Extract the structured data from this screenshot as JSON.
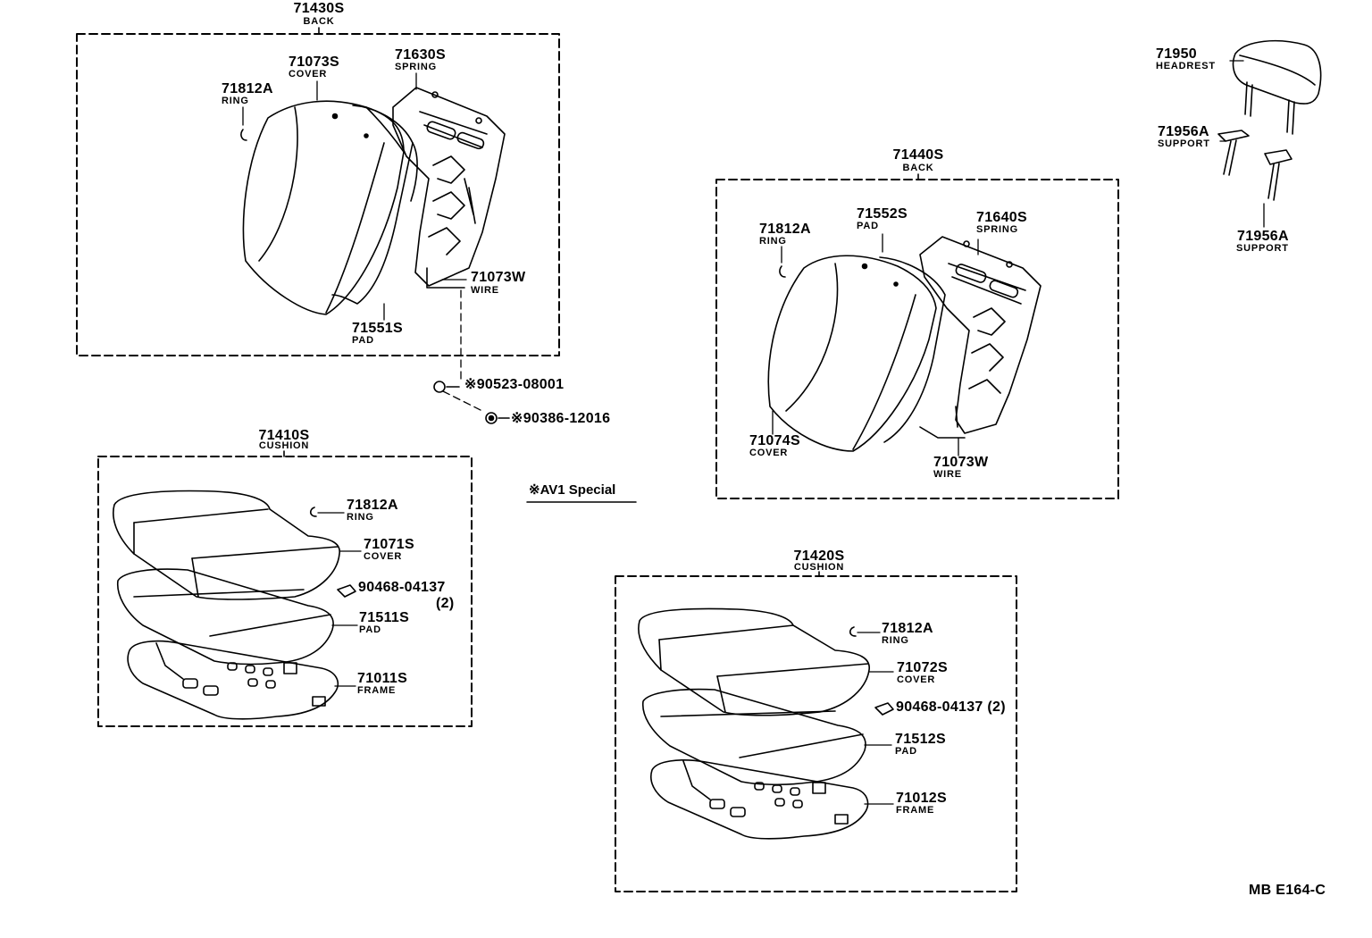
{
  "groups": {
    "back_front": {
      "part_no": "71430S",
      "name": "BACK"
    },
    "back_rear": {
      "part_no": "71440S",
      "name": "BACK"
    },
    "cushion_front": {
      "part_no": "71410S",
      "name": "CUSHION"
    },
    "cushion_rear": {
      "part_no": "71420S",
      "name": "CUSHION"
    }
  },
  "parts": {
    "p71073S": {
      "part_no": "71073S",
      "name": "COVER"
    },
    "p71630S": {
      "part_no": "71630S",
      "name": "SPRING"
    },
    "p71812A_1": {
      "part_no": "71812A",
      "name": "RING"
    },
    "p71073W_1": {
      "part_no": "71073W",
      "name": "WIRE"
    },
    "p71551S": {
      "part_no": "71551S",
      "name": "PAD"
    },
    "p90523": {
      "part_no": "90523-08001",
      "marker": "※"
    },
    "p90386": {
      "part_no": "90386-12016",
      "marker": "※"
    },
    "p71950": {
      "part_no": "71950",
      "name": "HEADREST"
    },
    "p71956A_1": {
      "part_no": "71956A",
      "name": "SUPPORT"
    },
    "p71956A_2": {
      "part_no": "71956A",
      "name": "SUPPORT"
    },
    "p71812A_2": {
      "part_no": "71812A",
      "name": "RING"
    },
    "p71552S": {
      "part_no": "71552S",
      "name": "PAD"
    },
    "p71640S": {
      "part_no": "71640S",
      "name": "SPRING"
    },
    "p71074S": {
      "part_no": "71074S",
      "name": "COVER"
    },
    "p71073W_2": {
      "part_no": "71073W",
      "name": "WIRE"
    },
    "p71812A_3": {
      "part_no": "71812A",
      "name": "RING"
    },
    "p71071S": {
      "part_no": "71071S",
      "name": "COVER"
    },
    "p90468_1": {
      "part_no": "90468-04137",
      "qty": "(2)"
    },
    "p71511S": {
      "part_no": "71511S",
      "name": "PAD"
    },
    "p71011S": {
      "part_no": "71011S",
      "name": "FRAME"
    },
    "p71812A_4": {
      "part_no": "71812A",
      "name": "RING"
    },
    "p71072S": {
      "part_no": "71072S",
      "name": "COVER"
    },
    "p90468_2": {
      "part_no": "90468-04137",
      "qty": "(2)"
    },
    "p71512S": {
      "part_no": "71512S",
      "name": "PAD"
    },
    "p71012S": {
      "part_no": "71012S",
      "name": "FRAME"
    }
  },
  "legend": {
    "text": "※AV1 Special"
  },
  "figure_code": "MB E164-C"
}
